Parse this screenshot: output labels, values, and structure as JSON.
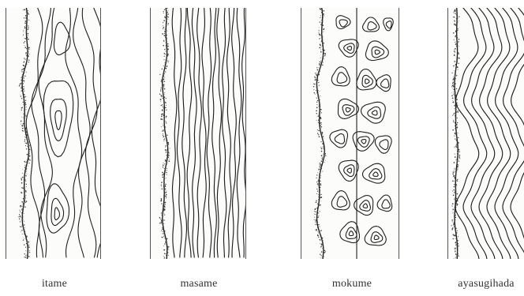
{
  "patterns": [
    {
      "label": "itame",
      "kind": "itame-grain-icon"
    },
    {
      "label": "masame",
      "kind": "masame-grain-icon"
    },
    {
      "label": "mokume",
      "kind": "mokume-grain-icon"
    },
    {
      "label": "ayasugihada",
      "kind": "ayasugihada-grain-icon"
    }
  ],
  "colors": {
    "line": "#1f1f1f",
    "hamon_speckle": "#444444"
  }
}
